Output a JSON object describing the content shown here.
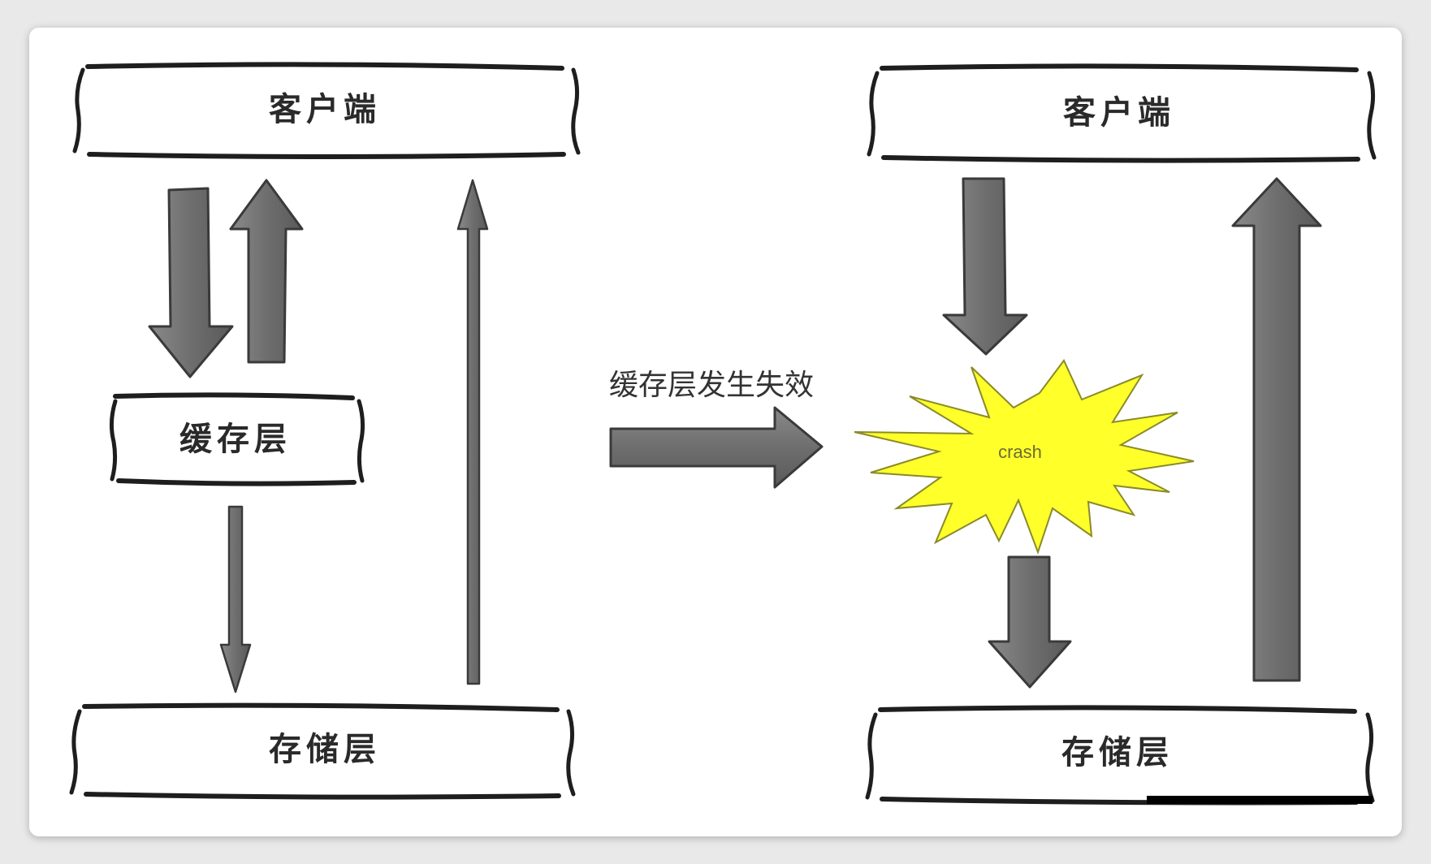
{
  "left_panel": {
    "client_label": "客户端",
    "cache_label": "缓存层",
    "storage_label": "存储层"
  },
  "right_panel": {
    "client_label": "客户端",
    "storage_label": "存储层",
    "crash_label": "crash"
  },
  "transition_label": "缓存层发生失效",
  "colors": {
    "arrow_fill": "#707070",
    "arrow_stroke": "#3a3a3a",
    "burst_fill": "#ffff2a",
    "box_stroke": "#1e1e1e",
    "background": "#ffffff"
  }
}
